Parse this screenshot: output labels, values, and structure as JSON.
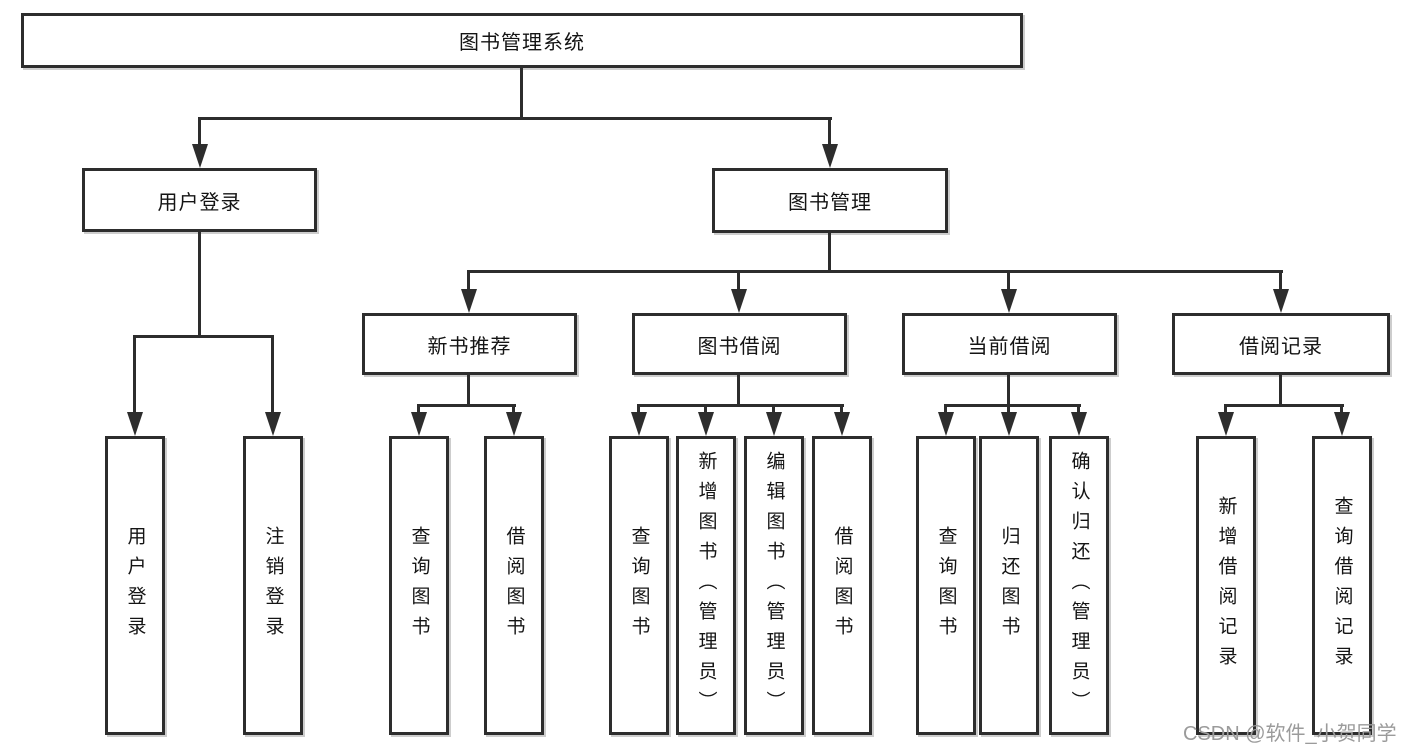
{
  "diagram": {
    "root": {
      "label": "图书管理系统"
    },
    "level2": [
      {
        "label": "用户登录"
      },
      {
        "label": "图书管理"
      }
    ],
    "level3": [
      {
        "label": "新书推荐"
      },
      {
        "label": "图书借阅"
      },
      {
        "label": "当前借阅"
      },
      {
        "label": "借阅记录"
      }
    ],
    "leaves": {
      "user_login": [
        {
          "label": "用户登录"
        },
        {
          "label": "注销登录"
        }
      ],
      "new_book": [
        {
          "label": "查询图书"
        },
        {
          "label": "借阅图书"
        }
      ],
      "book_borrow": [
        {
          "label": "查询图书"
        },
        {
          "label": "新增图书（管理员）"
        },
        {
          "label": "编辑图书（管理员）"
        },
        {
          "label": "借阅图书"
        }
      ],
      "current_borrow": [
        {
          "label": "查询图书"
        },
        {
          "label": "归还图书"
        },
        {
          "label": "确认归还（管理员）"
        }
      ],
      "borrow_record": [
        {
          "label": "新增借阅记录"
        },
        {
          "label": "查询借阅记录"
        }
      ]
    },
    "watermark": "CSDN @软件_小贺同学",
    "colors": {
      "line": "#2d2d2d",
      "text": "#141414",
      "watermark": "#9b9b9b",
      "background": "#ffffff"
    }
  }
}
